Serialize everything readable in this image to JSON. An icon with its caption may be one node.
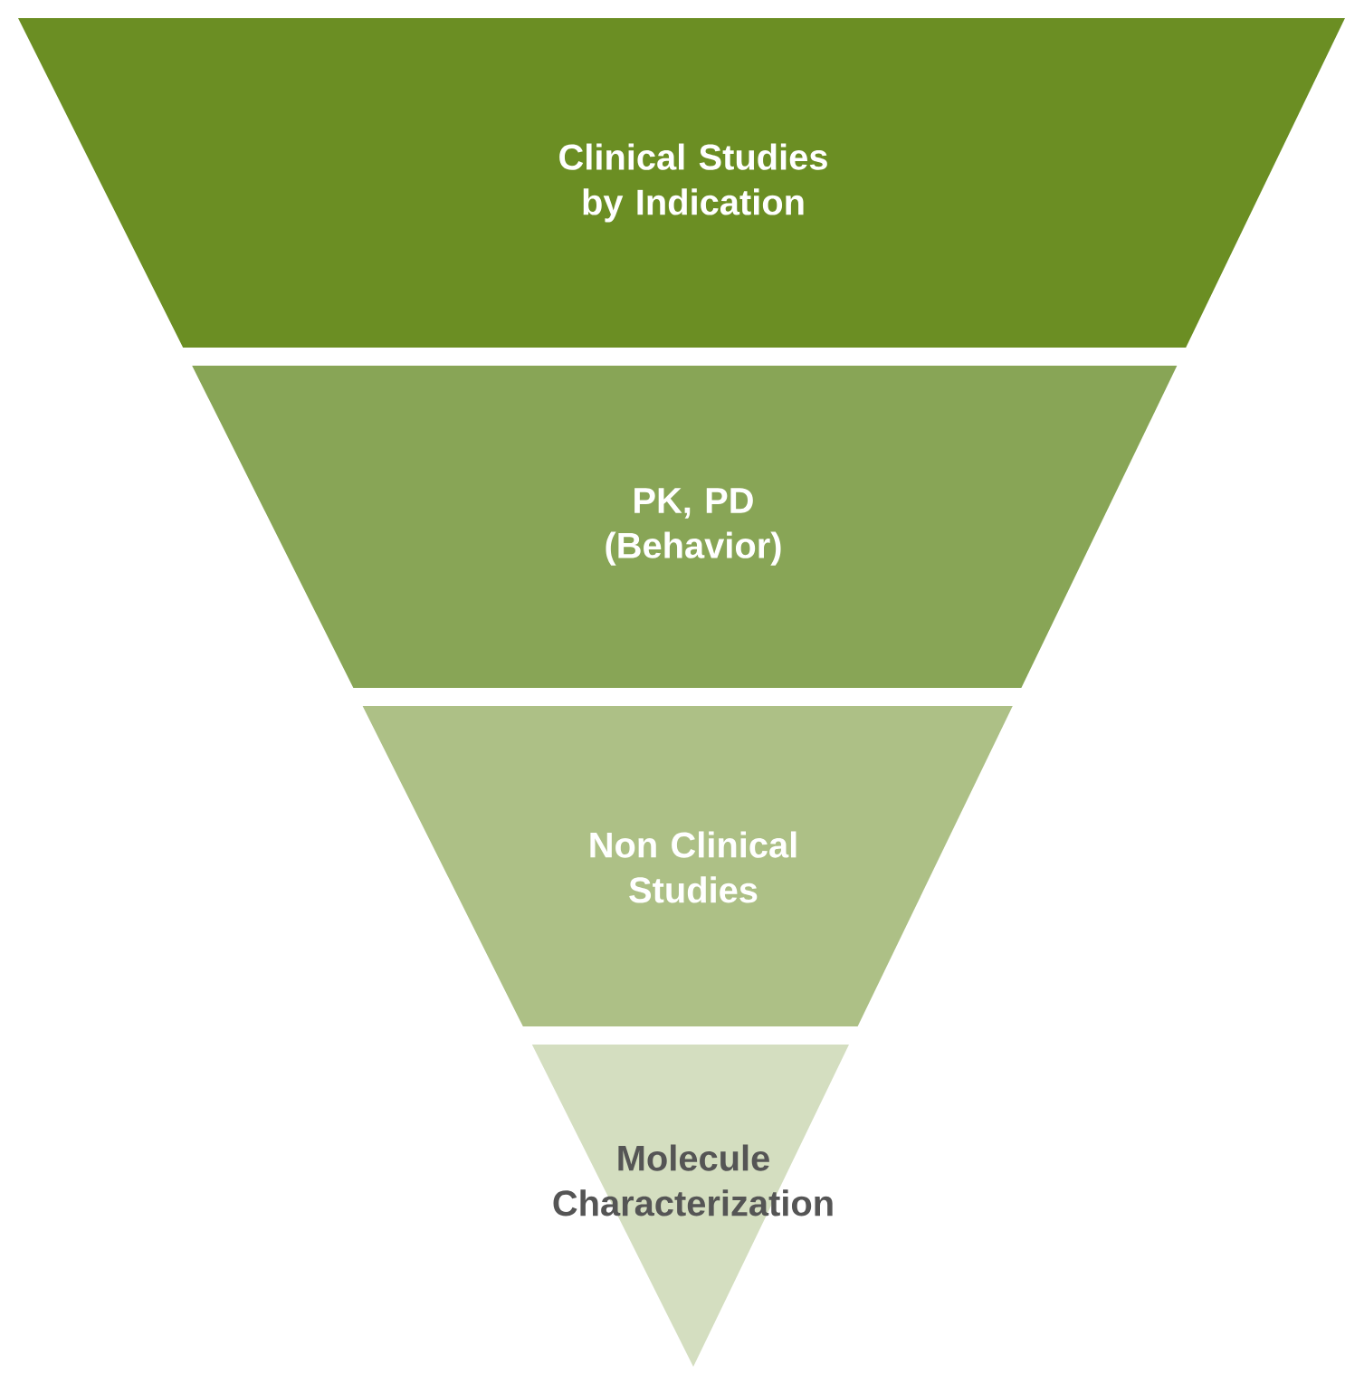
{
  "diagram": {
    "nodes": [
      {
        "text": [
          "Clinical Studies by Indication"
        ]
      },
      {
        "text": [
          "PK, PD (Behavior)"
        ]
      },
      {
        "text": [
          "Non Clinical Studies"
        ]
      },
      {
        "text": [
          "Molecule Characterization"
        ]
      }
    ]
  }
}
